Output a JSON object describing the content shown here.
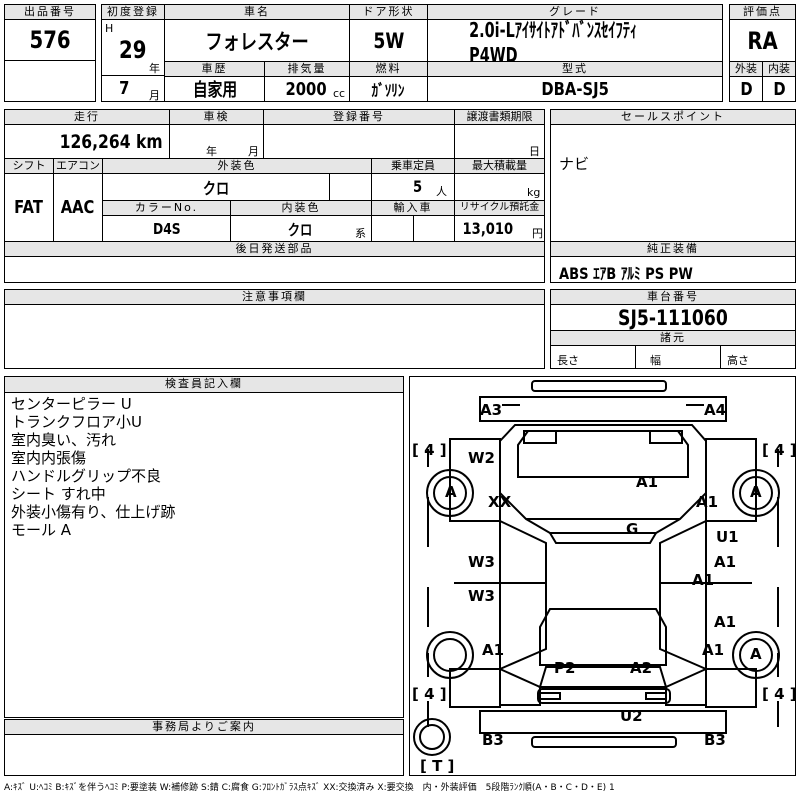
{
  "header": {
    "lot_label": "出品番号",
    "lot": "576",
    "first_reg_label": "初度登録",
    "era": "H",
    "reg_year": "29",
    "year_unit": "年",
    "reg_month": "7",
    "month_unit": "月",
    "car_name_label": "車名",
    "car_name": "フォレスター",
    "door_label": "ドア形状",
    "door": "5W",
    "grade_label": "グレード",
    "grade": "2.0i-LｱｲｻｲﾄｱﾄﾞﾊﾞﾝｽｾｲﾌﾃｨP4WD",
    "score_label": "評価点",
    "score": "RA",
    "history_label": "車歴",
    "history": "自家用",
    "displacement_label": "排気量",
    "displacement": "2000",
    "cc": "cc",
    "fuel_label": "燃料",
    "fuel": "ｶﾞｿﾘﾝ",
    "model_label": "型式",
    "model": "DBA-SJ5",
    "ext_grade_label": "外装",
    "ext_grade": "D",
    "int_grade_label": "内装",
    "int_grade": "D"
  },
  "row2": {
    "mileage_label": "走行",
    "mileage": "126,264 km",
    "inspection_label": "車検",
    "year_unit": "年",
    "month_unit": "月",
    "reg_no_label": "登録番号",
    "transfer_label": "譲渡書類期限",
    "day_unit": "日",
    "shift_label": "シフト",
    "shift": "FAT",
    "ac_label": "エアコン",
    "ac": "AAC",
    "ext_color_label": "外装色",
    "ext_color": "クロ",
    "capacity_label": "乗車定員",
    "capacity": "5",
    "person_unit": "人",
    "load_label": "最大積載量",
    "kg": "kg",
    "color_no_label": "カラーNo.",
    "color_no": "D4S",
    "int_color_label": "内装色",
    "int_color": "クロ",
    "int_color_suffix": "系",
    "import_label": "輸入車",
    "recycle_label": "リサイクル預託金",
    "recycle": "13,010",
    "yen": "円",
    "later_parts_label": "後日発送部品"
  },
  "sales_point": {
    "label": "セールスポイント",
    "text": "ナビ"
  },
  "equipment": {
    "label": "純正装備",
    "text": "ABS ｴｱB ｱﾙﾐ PS PW"
  },
  "notes_field": {
    "label": "注意事項欄"
  },
  "chassis": {
    "label": "車台番号",
    "value": "SJ5-111060"
  },
  "dims": {
    "label": "諸元",
    "length": "長さ",
    "width": "幅",
    "height": "高さ"
  },
  "inspector": {
    "label": "検査員記入欄",
    "lines": [
      "センターピラー U",
      "トランクフロア小U",
      "室内臭い、汚れ",
      "室内内張傷",
      "ハンドルグリップ不良",
      "シート すれ中",
      "外装小傷有り、仕上げ跡",
      "モール A"
    ]
  },
  "office": {
    "label": "事務局よりご案内"
  },
  "diagram": {
    "marks": {
      "a3": "A3",
      "a4": "A4",
      "w2": "W2",
      "xx": "XX",
      "a1_roof": "A1",
      "a1_fr": "A1",
      "g": "G",
      "u1": "U1",
      "w3_1": "W3",
      "w3_2": "W3",
      "a1_r1": "A1",
      "a1_r2": "A1",
      "a1_r3": "A1",
      "a1_rl": "A1",
      "a1_rr": "A1",
      "p2": "P2",
      "a2": "A2",
      "u2": "U2",
      "b3_l": "B3",
      "b3_r": "B3",
      "tire_fl": "A",
      "tire_fr": "A",
      "tire_rr": "A",
      "tread1": "[ 4 ]",
      "tread2": "[ 4 ]",
      "tread3": "[ 4 ]",
      "tread4": "[ 4 ]",
      "spare": "[ T ]"
    }
  },
  "legend": "A:ｷｽﾞ U:ﾍｺﾐ B:ｷｽﾞを伴うﾍｺﾐ P:要塗装 W:補修跡 S:錆 C:腐食 G:ﾌﾛﾝﾄｶﾞﾗｽ点ｷｽﾞ XX:交換済み X:要交換　内・外装評価　5段階ﾗﾝｸ順(A・B・C・D・E) 1"
}
